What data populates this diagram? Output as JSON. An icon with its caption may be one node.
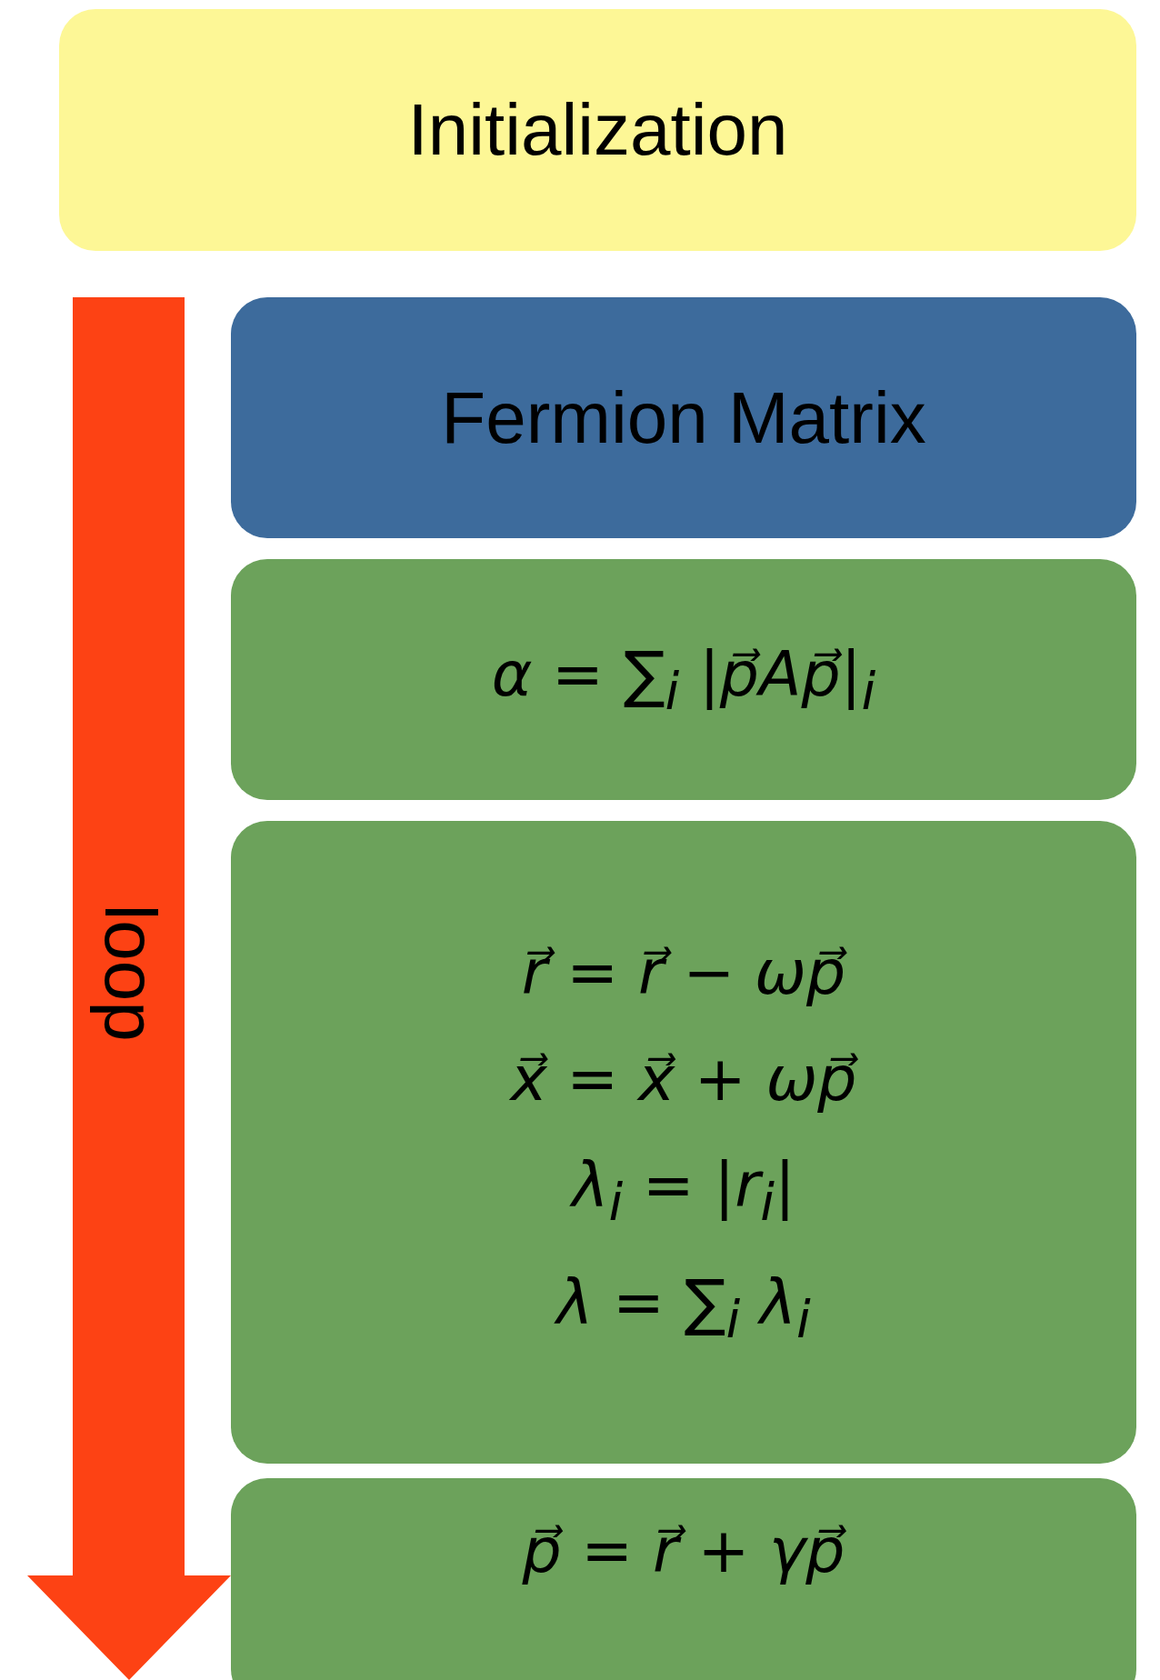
{
  "diagram": {
    "nodes": [
      {
        "text": [
          "Initialization"
        ]
      },
      {
        "text": [
          "Fermion Matrix"
        ]
      },
      {
        "text": [
          "α = ∑$_{i}$ |p⃗Ap⃗|$_{i}$"
        ]
      },
      {
        "text": [
          "r⃗ = r⃗ − ωp⃗",
          "x⃗ = x⃗ + ωp⃗",
          "λ$_{i}$ = |r$_{i}$|",
          "λ = ∑$_{i}$ λ$_{i}$"
        ]
      },
      {
        "text": [
          "p⃗ = r⃗ + γp⃗"
        ]
      }
    ],
    "edges": [],
    "labels": [
      "loop"
    ]
  }
}
